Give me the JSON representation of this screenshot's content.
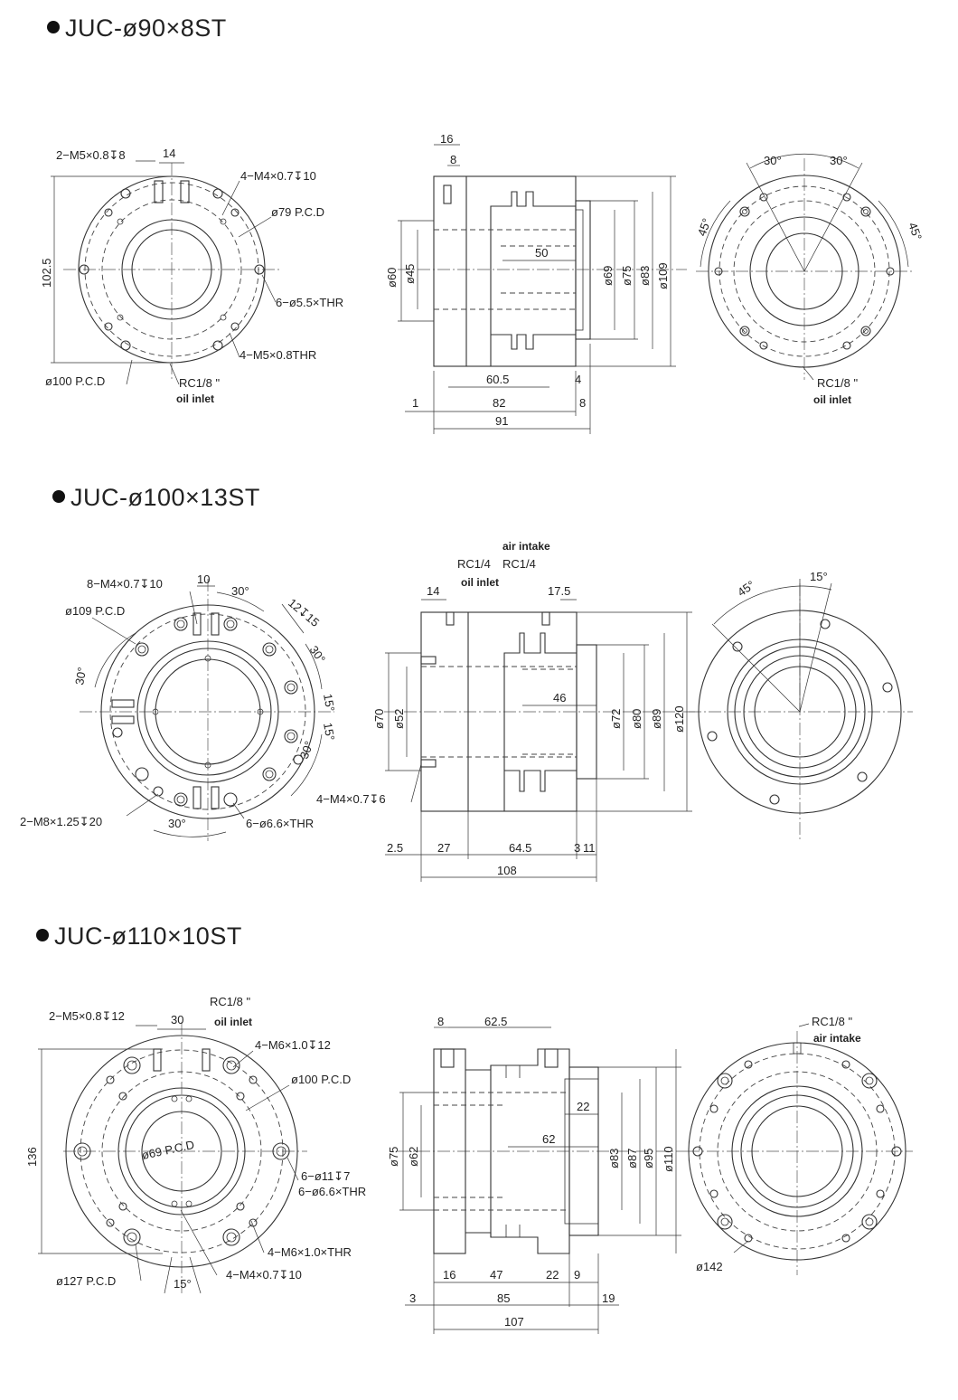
{
  "s1": {
    "title": "JUC-ø90×8ST",
    "front": {
      "t_14": "14",
      "t_m5": "2−M5×0.8↧8",
      "t_m4": "4−M4×0.7↧10",
      "t_pcd79": "ø79  P.C.D",
      "t_1025": "102.5",
      "t_55": "6−ø5.5×THR",
      "t_m5thr": "4−M5×0.8THR",
      "t_pcd100": "ø100  P.C.D",
      "t_rc": "RC1/8 \"",
      "t_oil": "oil inlet"
    },
    "side": {
      "t_16": "16",
      "t_8": "8",
      "t_50": "50",
      "t_d60": "ø60",
      "t_d45": "ø45",
      "t_d69": "ø69",
      "t_d75": "ø75",
      "t_d83": "ø83",
      "t_d109": "ø109",
      "t_605": "60.5",
      "t_4": "4",
      "t_1": "1",
      "t_82": "82",
      "t_8b": "8",
      "t_91": "91"
    },
    "back": {
      "t_30a": "30°",
      "t_30b": "30°",
      "t_45a": "45°",
      "t_45b": "45°",
      "t_rc": "RC1/8 \"",
      "t_oil": "oil inlet"
    }
  },
  "s2": {
    "title": "JUC-ø100×13ST",
    "front": {
      "t_m4": "8−M4×0.7↧10",
      "t_10": "10",
      "t_30a": "30°",
      "t_pcd109": "ø109  P.C.D",
      "t_12": "12↧15",
      "t_30b": "30°",
      "t_30c": "30°",
      "t_15a": "15°",
      "t_15b": "15°",
      "t_30d": "30°",
      "t_m8": "2−M8×1.25↧20",
      "t_30e": "30°",
      "t_66": "6−ø6.6×THR"
    },
    "side": {
      "t_air": "air intake",
      "t_rc1": "RC1/4",
      "t_rc2": "RC1/4",
      "t_oil": "oil inlet",
      "t_14": "14",
      "t_175": "17.5",
      "t_d70": "ø70",
      "t_d52": "ø52",
      "t_46": "46",
      "t_d72": "ø72",
      "t_d80": "ø80",
      "t_d89": "ø89",
      "t_d120": "ø120",
      "t_m4": "4−M4×0.7↧6",
      "t_25": "2.5",
      "t_27": "27",
      "t_645": "64.5",
      "t_3": "3",
      "t_11": "11",
      "t_108": "108"
    },
    "back": {
      "t_45": "45°",
      "t_15": "15°"
    }
  },
  "s3": {
    "title": "JUC-ø110×10ST",
    "front": {
      "t_m5": "2−M5×0.8↧12",
      "t_30": "30",
      "t_rc": "RC1/8 \"",
      "t_oil": "oil inlet",
      "t_m6": "4−M6×1.0↧12",
      "t_pcd100": "ø100  P.C.D",
      "t_136": "136",
      "t_pcd69": "ø69 P.C.D",
      "t_11": "6−ø11↧7",
      "t_66": "6−ø6.6×THR",
      "t_m6thr": "4−M6×1.0×THR",
      "t_pcd127": "ø127  P.C.D",
      "t_15": "15°",
      "t_m4": "4−M4×0.7↧10"
    },
    "side": {
      "t_8": "8",
      "t_625": "62.5",
      "t_22a": "22",
      "t_62": "62",
      "t_d75": "ø75",
      "t_d62": "ø62",
      "t_d83": "ø83",
      "t_d87": "ø87",
      "t_d95": "ø95",
      "t_d110": "ø110",
      "t_16": "16",
      "t_47": "47",
      "t_22b": "22",
      "t_9": "9",
      "t_3": "3",
      "t_85": "85",
      "t_19": "19",
      "t_107": "107"
    },
    "back": {
      "t_rc": "RC1/8 \"",
      "t_air": "air intake",
      "t_d142": "ø142"
    }
  }
}
